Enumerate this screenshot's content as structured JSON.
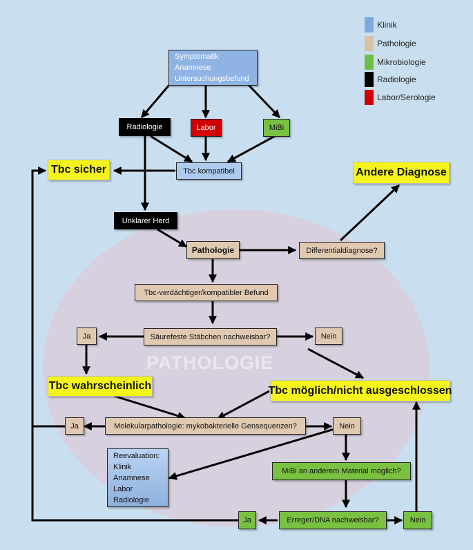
{
  "legend": [
    {
      "label": "Klinik",
      "color": "#7fa9de"
    },
    {
      "label": "Pathologie",
      "color": "#d9c1a3"
    },
    {
      "label": "Mikrobiologie",
      "color": "#6fbe44"
    },
    {
      "label": "Radiologie",
      "color": "#000000"
    },
    {
      "label": "Labor/Serologie",
      "color": "#d00000"
    }
  ],
  "watermark": "PATHOLOGIE",
  "nodes": {
    "symptomatik": [
      "Symptomatik",
      "Anamnese",
      "Untersuchungsbefund"
    ],
    "radiologie": "Radiologie",
    "labor": "Labor",
    "mibi": "MiBi",
    "tbc_kompatibel": "Tbc kompatibel",
    "tbc_sicher": "Tbc sicher",
    "andere_diagnose": "Andere Diagnose",
    "unklarer_herd": "Unklarer Herd",
    "pathologie": "Pathologie",
    "differentialdiagnose": "Differentialdiagnose?",
    "tbc_verdaechtig": "Tbc-verdächtiger/kompatibler Befund",
    "saeurefeste": "Säurefeste Stäbchen nachweisbar?",
    "ja1": "Ja",
    "nein1": "Nein",
    "tbc_wahrscheinlich": "Tbc wahrscheinlich",
    "tbc_moeglich": "Tbc möglich/nicht ausgeschlossen",
    "ja2": "Ja",
    "molekular": "Molekularpathologie: mykobakterielle Gensequenzen?",
    "nein2": "Nein",
    "reevaluation": [
      "Reevaluation:",
      "Klinik",
      "Anamnese",
      "Labor",
      "Radiologie"
    ],
    "mibi_anderes": "MiBi an anderem Material möglich?",
    "ja3": "Ja",
    "erreger": "Erreger/DNA  nachweisbar?",
    "nein3": "Nein"
  }
}
